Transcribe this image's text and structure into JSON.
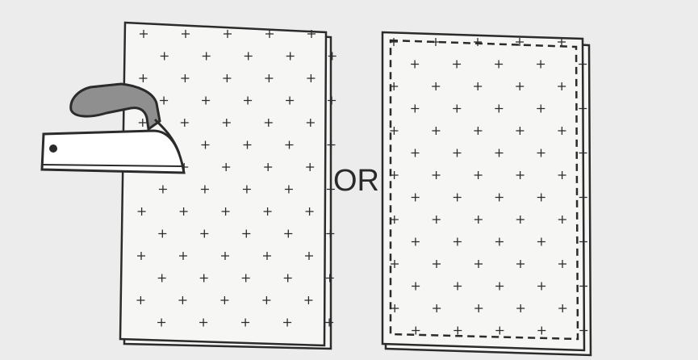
{
  "diagram": {
    "or_label": "OR",
    "colors": {
      "background": "#ececec",
      "paper": "#f6f6f4",
      "ink": "#2b2b2b",
      "iron_handle": "#8f8f8f",
      "iron_body": "#ffffff"
    },
    "left_panel": {
      "depicts": "fabric-sheet-being-pressed-with-iron",
      "grid_pattern": "plus-marks",
      "border": "solid"
    },
    "right_panel": {
      "depicts": "fabric-sheet-with-basting-stitches",
      "grid_pattern": "plus-marks",
      "border": "dashed-stitch-line"
    },
    "icons": [
      "iron-icon"
    ]
  }
}
